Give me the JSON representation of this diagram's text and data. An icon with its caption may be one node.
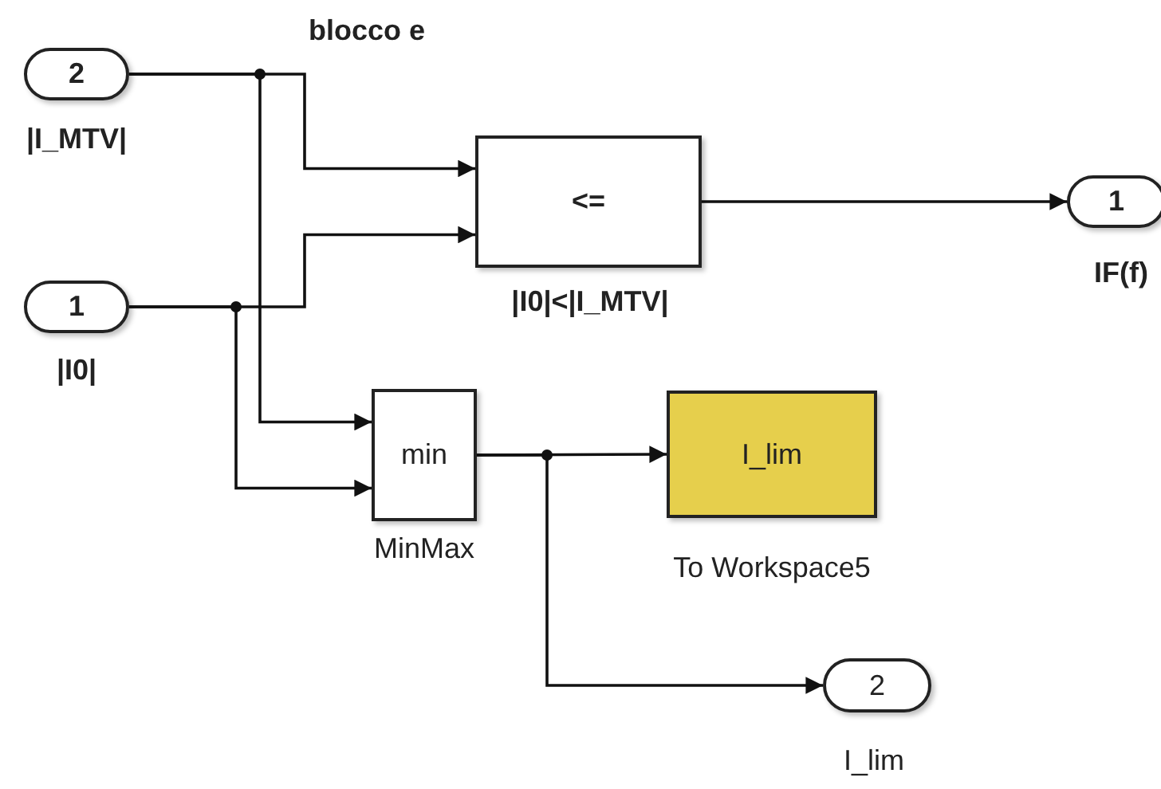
{
  "diagram": {
    "nodes": [
      {
        "text": [
          "2"
        ],
        "beside": [
          "|I_MTV|"
        ]
      },
      {
        "text": [
          "1"
        ],
        "beside": [
          "|I0|"
        ]
      },
      {
        "text": [
          "<="
        ],
        "beside": [
          "|I0|<|I_MTV|"
        ]
      },
      {
        "text": [
          "1"
        ],
        "beside": [
          "IF(f)"
        ]
      },
      {
        "text": [
          "min"
        ],
        "beside": [
          "MinMax"
        ]
      },
      {
        "text": [
          "I_lim"
        ],
        "beside": [
          "To Workspace5"
        ]
      },
      {
        "text": [
          "2"
        ],
        "beside": [
          "I_lim"
        ]
      }
    ],
    "edges": [
      {
        "from": 0,
        "to": 2,
        "arrow": "to"
      },
      {
        "from": 1,
        "to": 2,
        "arrow": "to"
      },
      {
        "from": 2,
        "to": 3,
        "arrow": "to"
      },
      {
        "from": 0,
        "to": 4,
        "arrow": "to"
      },
      {
        "from": 1,
        "to": 4,
        "arrow": "to"
      },
      {
        "from": 4,
        "to": 5,
        "arrow": "to"
      },
      {
        "from": 4,
        "to": 6,
        "arrow": "to"
      }
    ],
    "labels": [
      "blocco e"
    ]
  }
}
